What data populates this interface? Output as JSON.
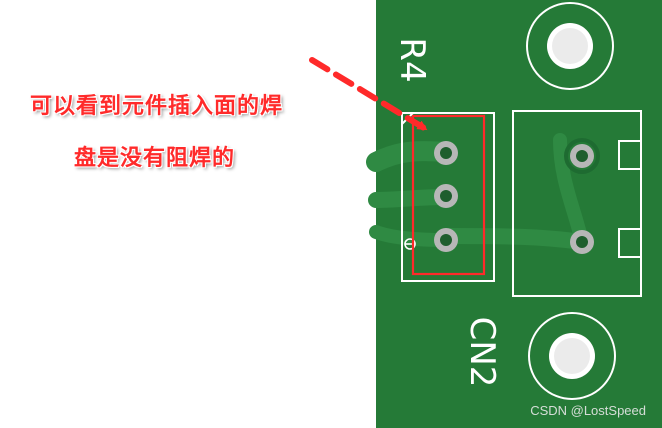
{
  "annotation": {
    "line1": "可以看到元件插入面的焊",
    "line2": "盘是没有阻焊的"
  },
  "silkscreen": {
    "r4": "R4",
    "cn2": "CN2"
  },
  "watermark": "CSDN @LostSpeed",
  "colors": {
    "board": "#257a37",
    "trace": "#2f8a43",
    "silk": "#ffffff",
    "pad": "#b7b7b7",
    "pad_hole": "#1e5e2d",
    "annotation": "#ff2a2a"
  }
}
